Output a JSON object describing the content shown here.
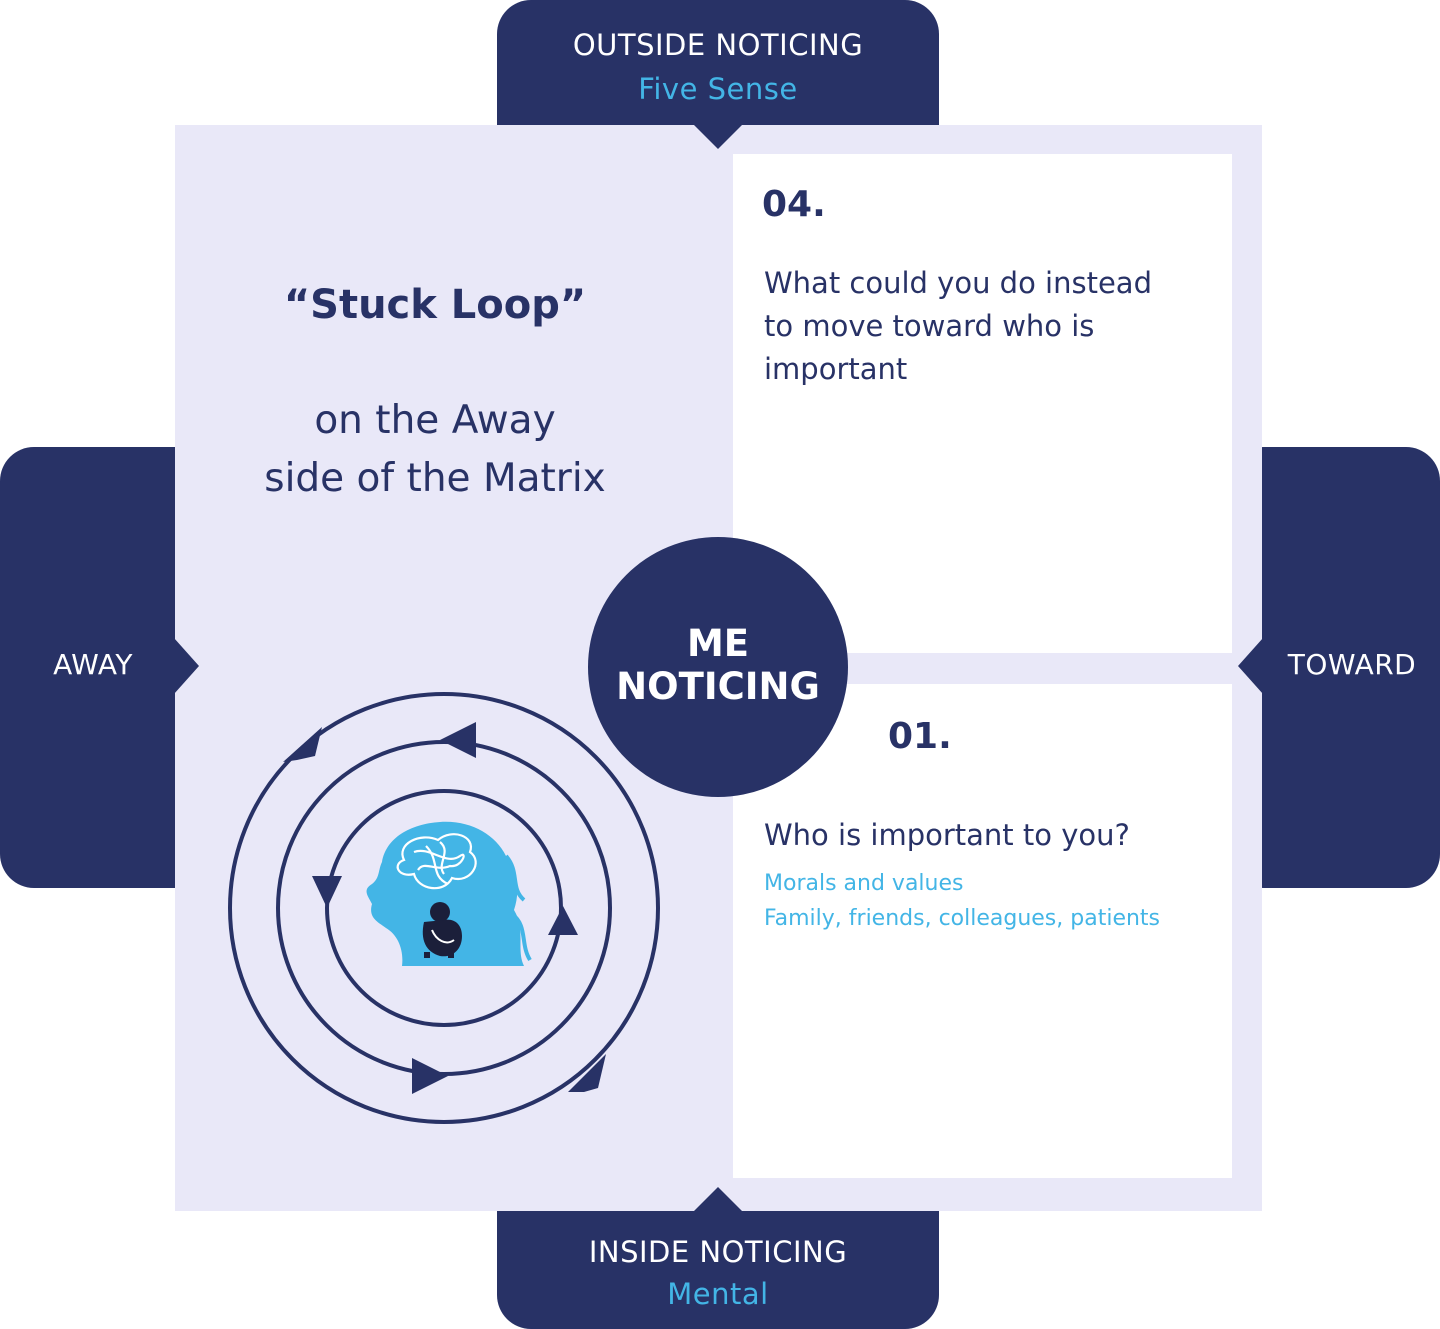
{
  "top_tab": {
    "title": "OUTSIDE NOTICING",
    "subtitle": "Five Sense"
  },
  "bottom_tab": {
    "title": "INSIDE NOTICING",
    "subtitle": "Mental"
  },
  "left_tab": {
    "label": "AWAY"
  },
  "right_tab": {
    "label": "TOWARD"
  },
  "center": {
    "line1": "ME",
    "line2": "NOTICING"
  },
  "left_panel": {
    "title": "“Stuck Loop”",
    "line1": "on the Away",
    "line2": "side of the Matrix"
  },
  "quadrant_04": {
    "number": "04.",
    "question": "What could you do instead to move toward who is important"
  },
  "quadrant_01": {
    "number": "01.",
    "question": "Who is important to you?",
    "detail1": "Morals and values",
    "detail2": "Family, friends, colleagues, patients"
  },
  "colors": {
    "navy": "#283266",
    "lavender": "#e9e8f8",
    "accent": "#43b5e6",
    "white": "#ffffff"
  },
  "icons": {
    "loop": "circular-arrows-icon",
    "head": "tangled-mind-head-icon"
  }
}
